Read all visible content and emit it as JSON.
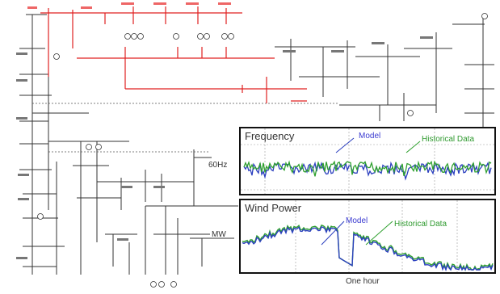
{
  "frequency_panel": {
    "title": "Frequency",
    "model_label": "Model",
    "historical_label": "Historical Data"
  },
  "wind_panel": {
    "title": "Wind Power",
    "model_label": "Model",
    "historical_label": "Historical Data"
  },
  "side_labels": {
    "hz": "60Hz",
    "mw": "MW"
  },
  "time_label": "One hour",
  "colors": {
    "highlight_lines": "#e02020",
    "network_lines": "#333333",
    "model_series": "#2b3fbf",
    "historical_series": "#2ea02e"
  }
}
